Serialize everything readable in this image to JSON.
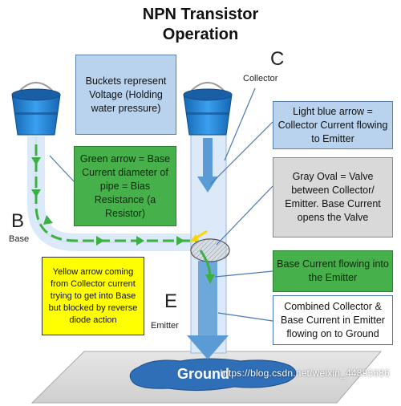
{
  "title_line1": "NPN Transistor",
  "title_line2": "Operation",
  "labels": {
    "collector_letter": "C",
    "collector_word": "Collector",
    "base_letter": "B",
    "base_word": "Base",
    "emitter_letter": "E",
    "emitter_word": "Emitter",
    "ground": "Ground"
  },
  "boxes": {
    "buckets": "Buckets represent Voltage (Holding water pressure)",
    "green_arrow": "Green arrow = Base Current diameter of pipe = Bias Resistance (a Resistor)",
    "light_blue_arrow": "Light blue arrow = Collector Current flowing to Emitter",
    "gray_oval": "Gray Oval = Valve between Collector/ Emitter. Base Current opens the Valve",
    "base_current_emitter": "Base Current flowing into the Emitter",
    "combined": "Combined Collector & Base Current in Emitter flowing on to Ground",
    "yellow_arrow": "Yellow arrow coming from Collector current trying to get into Base but blocked by reverse diode action"
  },
  "watermark": "https://blog.csdn.net/weixin_44395686",
  "colors": {
    "pipe": "#dce9f8",
    "collector_arrow": "#5b9bd5",
    "base_arrow": "#3cb043",
    "valve": "#c8c8c8",
    "yellow_arrow": "#ffd400",
    "ground_pool": "#2f6fb8",
    "bucket": "#1f7fd0"
  }
}
